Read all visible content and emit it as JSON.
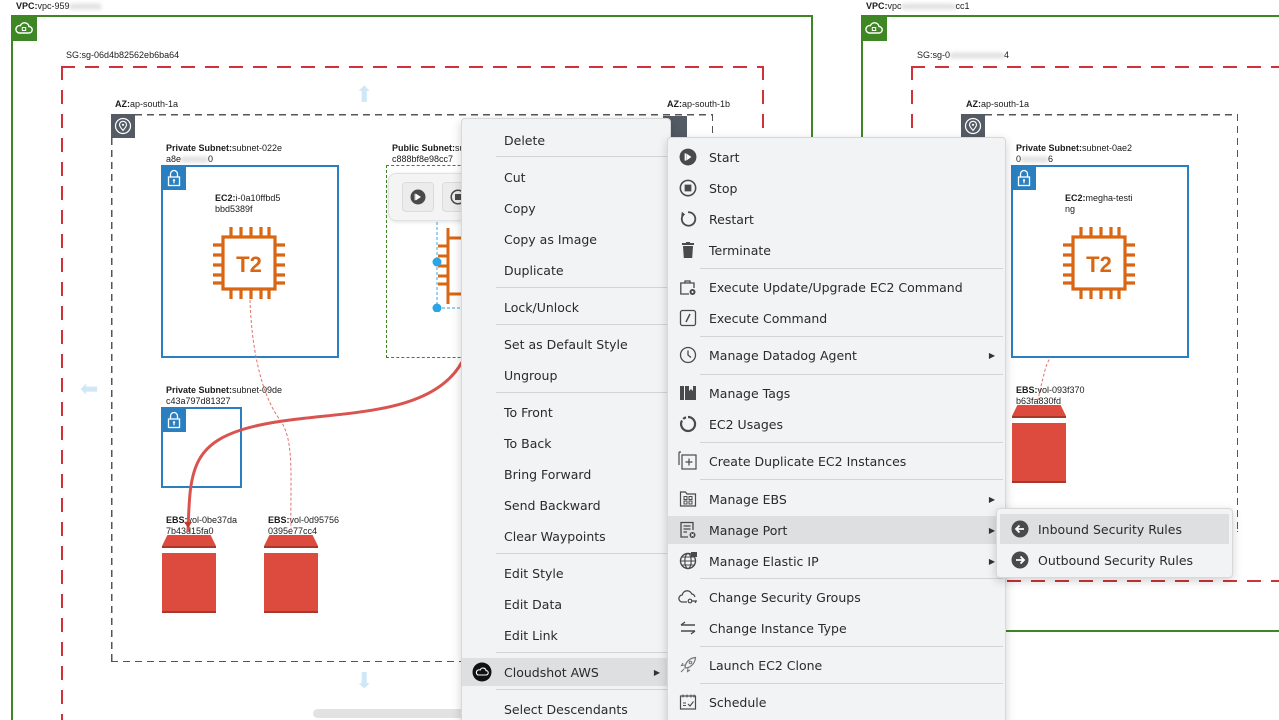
{
  "diagram": {
    "left_vpc": {
      "label_prefix": "VPC:",
      "label_value": "vpc-959",
      "label_blurred": "xxxxxxx",
      "sg_label": "SG:sg-06d4b82562eb6ba64",
      "az_a": {
        "prefix": "AZ:",
        "value": "ap-south-1a"
      },
      "az_b": {
        "prefix": "AZ:",
        "value": "ap-south-1b"
      },
      "private_subnet_1": {
        "prefix": "Private Subnet:",
        "line1": "subnet-022e",
        "line2_start": "a8e",
        "line2_blur": "xxxxxx",
        "line2_end": "0"
      },
      "ec2_1": {
        "prefix": "EC2:",
        "line1": "i-0a10ffbd5",
        "line2": "bbd5389f",
        "chip_label": "T2"
      },
      "public_subnet": {
        "prefix": "Public Subnet:",
        "line1": "su",
        "line2": "c888bf8e98cc7"
      },
      "private_subnet_2": {
        "prefix": "Private Subnet:",
        "line1": "subnet-09de",
        "line2": "c43a797d81327"
      },
      "ebs_1": {
        "prefix": "EBS:",
        "line1": "vol-0be37da",
        "line2": "7b43d15fa0"
      },
      "ebs_2": {
        "prefix": "EBS:",
        "line1": "vol-0d95756",
        "line2": "0395e77cc4"
      }
    },
    "right_vpc": {
      "label_prefix": "VPC:",
      "label_value_start": "vpc",
      "label_blurred": "xxxxxxxxxxxx",
      "label_value_end": "cc1",
      "sg_label_start": "SG:sg-0",
      "sg_blurred": "xxxxxxxxxxxx",
      "sg_label_end": "4",
      "az": {
        "prefix": "AZ:",
        "value": "ap-south-1a"
      },
      "private_subnet": {
        "prefix": "Private Subnet:",
        "line1": "subnet-0ae2",
        "line2_start": "0",
        "line2_blur": "xxxxxx",
        "line2_end": "6"
      },
      "ec2": {
        "prefix": "EC2:",
        "line1": "megha-testi",
        "line2": "ng",
        "chip_label": "T2"
      },
      "ebs": {
        "prefix": "EBS:",
        "line1": "vol-093f370",
        "line2": "b63fa830fd"
      }
    }
  },
  "context_menu": {
    "items": [
      {
        "label": "Delete"
      },
      {
        "label": "Cut"
      },
      {
        "label": "Copy"
      },
      {
        "label": "Copy as Image"
      },
      {
        "label": "Duplicate"
      },
      {
        "label": "Lock/Unlock"
      },
      {
        "label": "Set as Default Style"
      },
      {
        "label": "Ungroup"
      },
      {
        "label": "To Front"
      },
      {
        "label": "To Back"
      },
      {
        "label": "Bring Forward"
      },
      {
        "label": "Send Backward"
      },
      {
        "label": "Clear Waypoints"
      },
      {
        "label": "Edit Style"
      },
      {
        "label": "Edit Data"
      },
      {
        "label": "Edit Link"
      },
      {
        "label": "Cloudshot AWS",
        "icon": "cloudshot-icon",
        "has_submenu": true
      },
      {
        "label": "Select Descendants"
      }
    ]
  },
  "aws_submenu": {
    "items": [
      {
        "label": "Start",
        "icon": "start-icon"
      },
      {
        "label": "Stop",
        "icon": "stop-icon"
      },
      {
        "label": "Restart",
        "icon": "restart-icon"
      },
      {
        "label": "Terminate",
        "icon": "trash-icon"
      },
      {
        "label": "Execute Update/Upgrade EC2 Command",
        "icon": "briefcase-settings-icon"
      },
      {
        "label": "Execute Command",
        "icon": "terminal-icon"
      },
      {
        "label": "Manage Datadog Agent",
        "icon": "clock-icon",
        "has_submenu": true
      },
      {
        "label": "Manage Tags",
        "icon": "tags-icon"
      },
      {
        "label": "EC2 Usages",
        "icon": "usage-ring-icon"
      },
      {
        "label": "Create Duplicate EC2 Instances",
        "icon": "duplicate-icon"
      },
      {
        "label": "Manage EBS",
        "icon": "ebs-folder-icon",
        "has_submenu": true
      },
      {
        "label": "Manage Port",
        "icon": "port-doc-icon",
        "has_submenu": true
      },
      {
        "label": "Manage Elastic IP",
        "icon": "globe-icon",
        "has_submenu": true
      },
      {
        "label": "Change Security Groups",
        "icon": "cloud-key-icon"
      },
      {
        "label": "Change Instance Type",
        "icon": "swap-arrows-icon"
      },
      {
        "label": "Launch EC2 Clone",
        "icon": "rocket-icon"
      },
      {
        "label": "Schedule",
        "icon": "calendar-icon"
      }
    ]
  },
  "port_submenu": {
    "items": [
      {
        "label": "Inbound Security Rules",
        "icon": "arrow-left-circle-icon",
        "highlighted": true
      },
      {
        "label": "Outbound Security Rules",
        "icon": "arrow-right-circle-icon"
      }
    ]
  },
  "colors": {
    "vpc_green": "#3f8624",
    "sg_red": "#d13239",
    "subnet_blue": "#2a7fc0",
    "ec2_orange": "#d86613",
    "ebs_red": "#dd4b3e",
    "menu_bg": "#f2f3f5",
    "connector_red": "#d9534f"
  }
}
